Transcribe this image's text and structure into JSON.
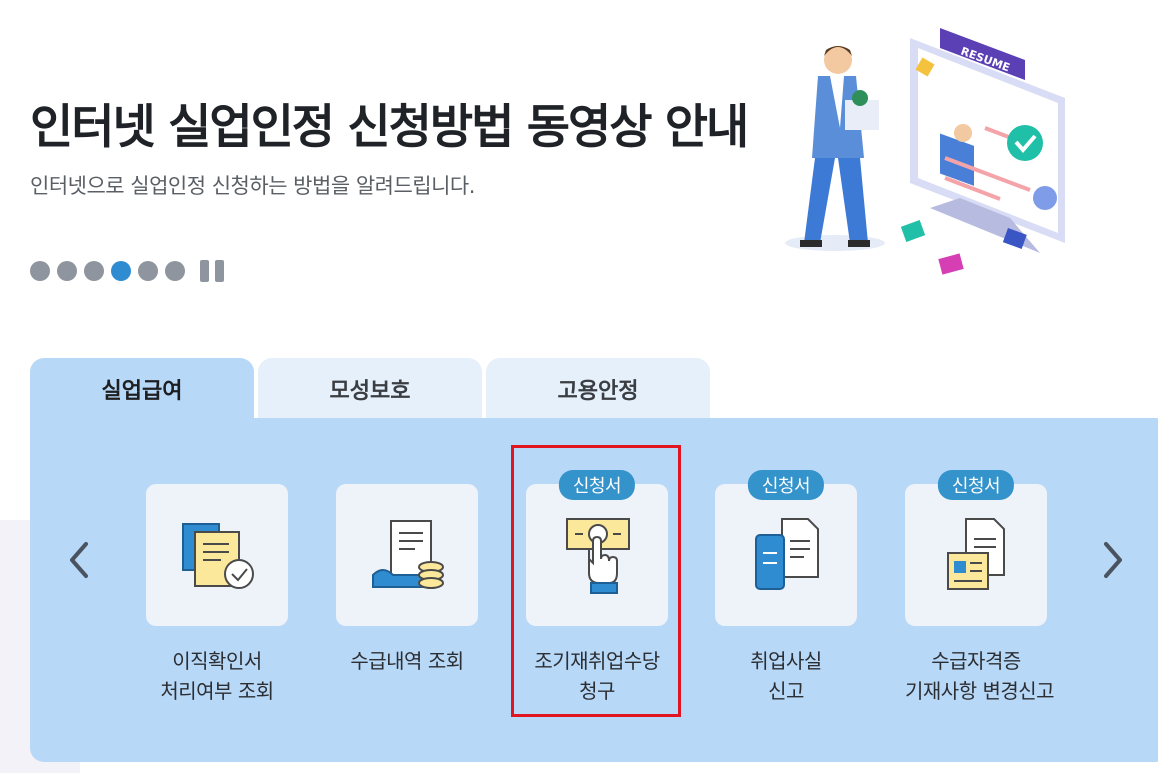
{
  "banner": {
    "title": "인터넷 실업인정 신청방법 동영상 안내",
    "subtitle": "인터넷으로 실업인정 신청하는 방법을 알려드립니다.",
    "illustration_label": "RESUME",
    "slide_count": 6,
    "active_slide": 4
  },
  "tabs": [
    {
      "label": "실업급여",
      "active": true
    },
    {
      "label": "모성보호",
      "active": false
    },
    {
      "label": "고용안정",
      "active": false
    }
  ],
  "cards": [
    {
      "line1": "이직확인서",
      "line2": "처리여부 조회",
      "badge": "",
      "icon": "document-check-icon"
    },
    {
      "line1": "수급내역 조회",
      "line2": "",
      "badge": "",
      "icon": "receipt-coins-icon"
    },
    {
      "line1": "조기재취업수당",
      "line2": "청구",
      "badge": "신청서",
      "icon": "hand-money-icon"
    },
    {
      "line1": "취업사실",
      "line2": "신고",
      "badge": "신청서",
      "icon": "phone-document-icon"
    },
    {
      "line1": "수급자격증",
      "line2": "기재사항 변경신고",
      "badge": "신청서",
      "icon": "id-card-document-icon"
    }
  ],
  "colors": {
    "accent": "#2f8cd0",
    "panel": "#b8d8f7",
    "badge": "#3493cb",
    "highlight": "#e0151f"
  }
}
